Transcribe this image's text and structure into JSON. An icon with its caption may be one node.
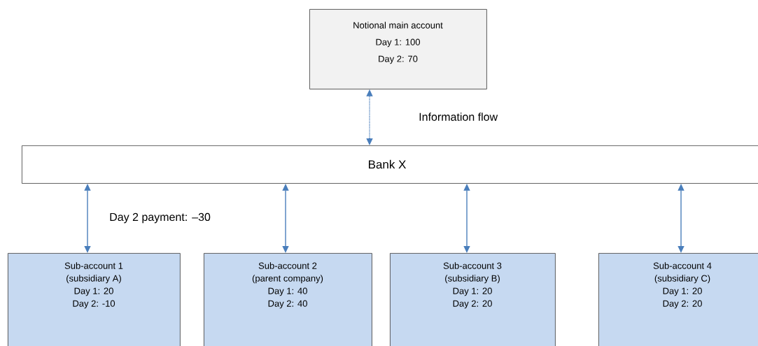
{
  "diagram": {
    "nodes": [
      {
        "text": [
          "Notional main account",
          "Day 1: 100",
          "Day 2: 70"
        ]
      },
      {
        "text": [
          "Bank X"
        ]
      },
      {
        "text": [
          "Sub-account 1",
          "(subsidiary A)",
          "Day 1: 20",
          "Day 2: -10"
        ]
      },
      {
        "text": [
          "Sub-account 2",
          "(parent company)",
          "Day 1: 40",
          "Day 2: 40"
        ]
      },
      {
        "text": [
          "Sub-account 3",
          "(subsidiary B)",
          "Day 1: 20",
          "Day 2: 20"
        ]
      },
      {
        "text": [
          "Sub-account 4",
          "(subsidiary C)",
          "Day 1: 20",
          "Day 2: 20"
        ]
      }
    ],
    "edges": [
      {
        "from": 0,
        "to": 1,
        "arrow": "both",
        "style": "dashed",
        "label": "Information flow"
      },
      {
        "from": 1,
        "to": 2,
        "arrow": "both",
        "label": "Day 2 payment: –30"
      },
      {
        "from": 1,
        "to": 3,
        "arrow": "both"
      },
      {
        "from": 1,
        "to": 4,
        "arrow": "both"
      },
      {
        "from": 1,
        "to": 5,
        "arrow": "both"
      }
    ]
  }
}
